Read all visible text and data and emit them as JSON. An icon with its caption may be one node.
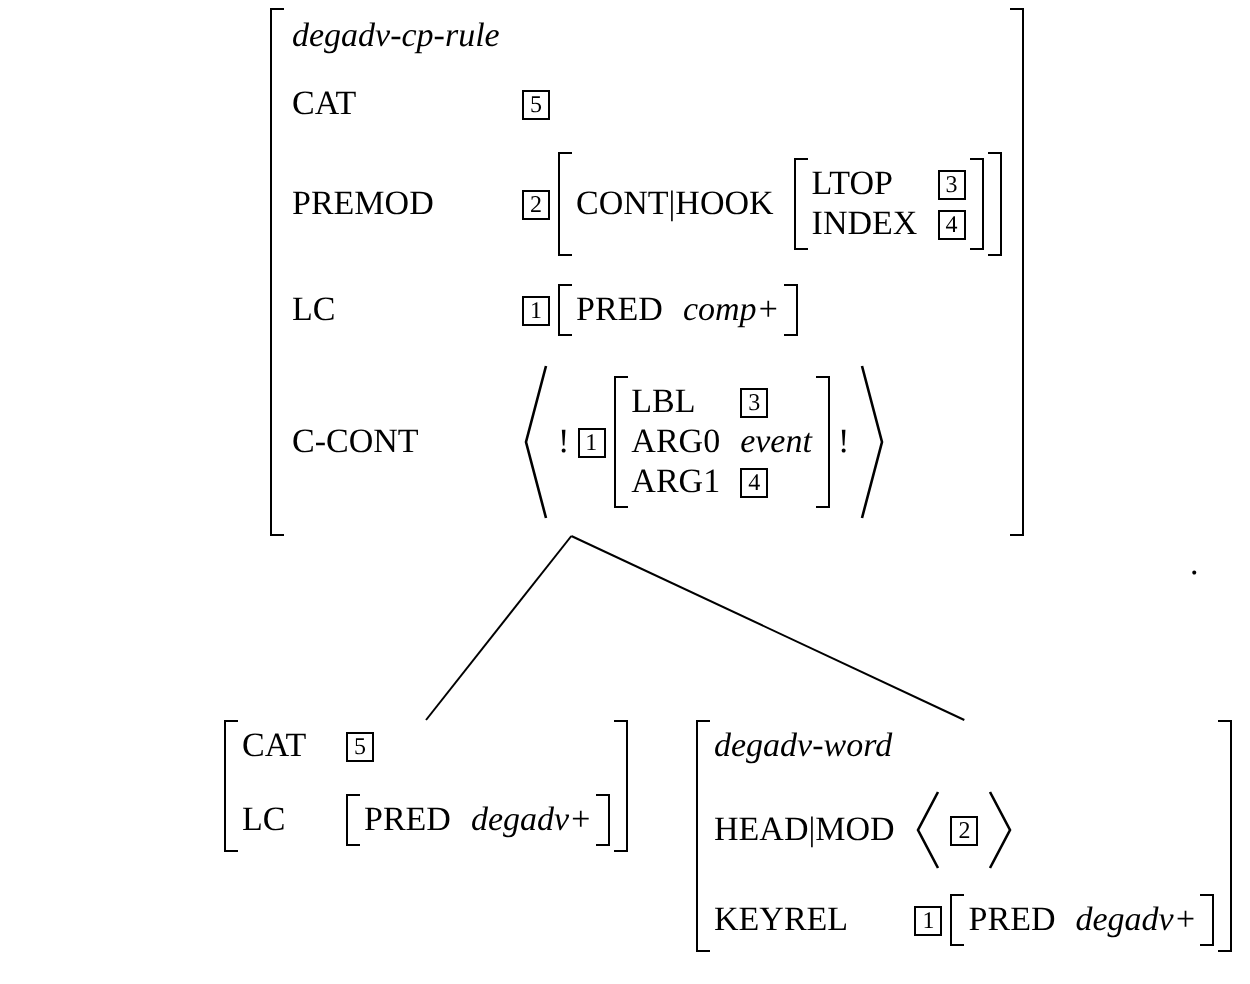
{
  "diagram": {
    "nodes": [
      {
        "text": [
          "degadv-cp-rule",
          "CAT",
          "5",
          "PREMOD",
          "2",
          "LC",
          "1",
          "C-CONT",
          "!",
          "1",
          "!"
        ]
      },
      {
        "text": [
          "CONT|HOOK"
        ],
        "in": 0
      },
      {
        "text": [
          "LTOP",
          "3",
          "INDEX",
          "4"
        ],
        "in": 1
      },
      {
        "text": [
          "PRED",
          "comp+"
        ],
        "in": 0
      },
      {
        "text": [
          "LBL",
          "3",
          "ARG0",
          "event",
          "ARG1",
          "4"
        ],
        "in": 0
      },
      {
        "text": [
          "CAT",
          "5",
          "LC"
        ]
      },
      {
        "text": [
          "PRED",
          "degadv+"
        ],
        "in": 5
      },
      {
        "text": [
          "degadv-word",
          "HEAD|MOD",
          "2",
          "KEYREL",
          "1"
        ]
      },
      {
        "text": [
          "PRED",
          "degadv+"
        ],
        "in": 7
      }
    ],
    "edges": [
      {
        "from": 0,
        "to": 5,
        "arrow": "none"
      },
      {
        "from": 0,
        "to": 7,
        "arrow": "none"
      }
    ],
    "labels": [
      "."
    ]
  }
}
